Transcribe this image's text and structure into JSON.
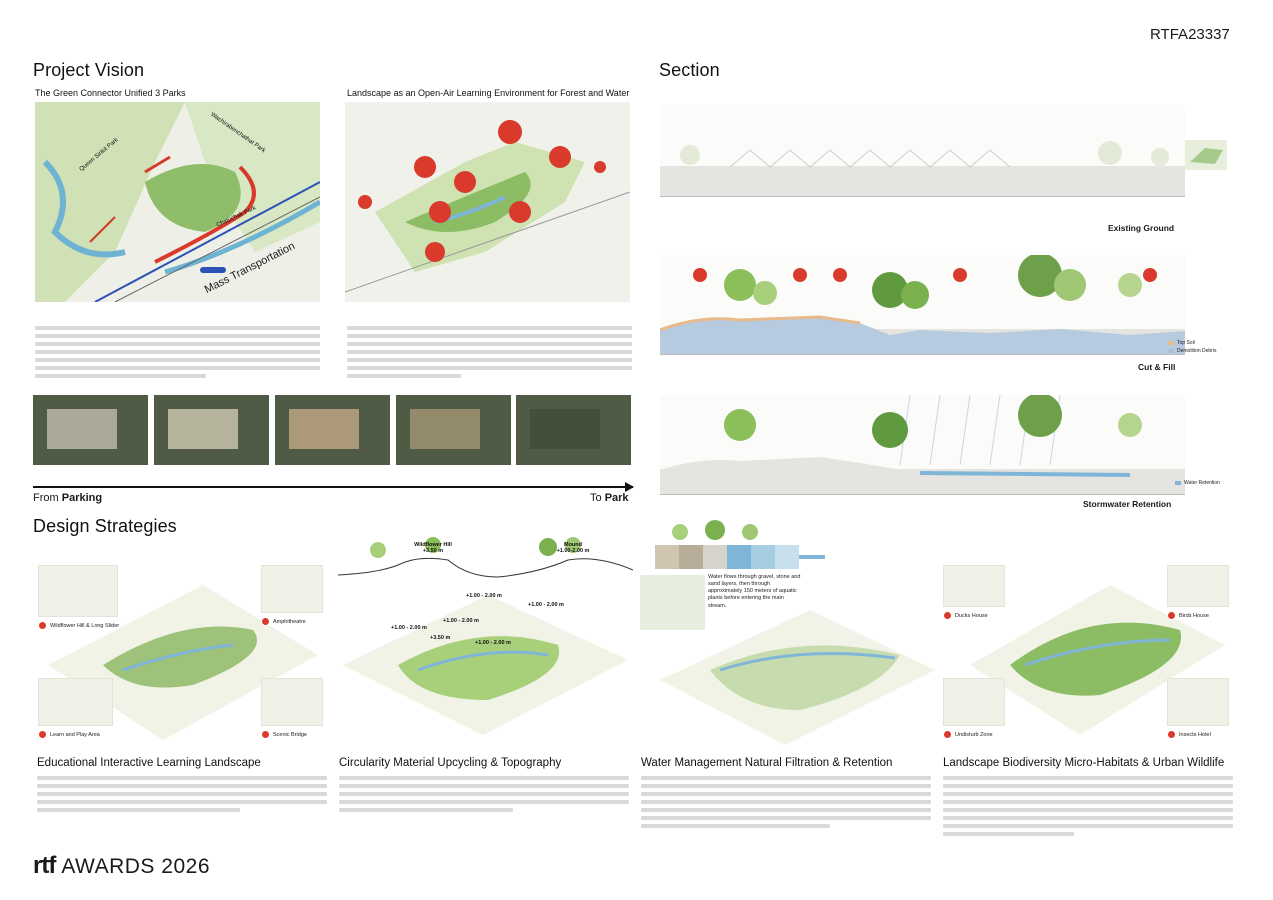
{
  "board": {
    "code": "RTFA23337",
    "footer_logo": "rtf",
    "footer_text": "AWARDS  2026"
  },
  "vision": {
    "heading": "Project Vision",
    "map1": {
      "caption": "The Green Connector Unified 3 Parks",
      "labels": [
        "Queen Sirikit Park",
        "Wachirabenchathat Park",
        "Chatuchak Park",
        "Mass Transportation"
      ]
    },
    "map2": {
      "caption": "Landscape as an Open-Air Learning Environment for Forest and Water"
    },
    "strip": {
      "from_prefix": "From ",
      "from_bold": "Parking",
      "to_prefix": "To ",
      "to_bold": "Park"
    }
  },
  "section": {
    "heading": "Section",
    "panels": [
      {
        "label": "Existing Ground"
      },
      {
        "label": "Cut & Fill",
        "legend": [
          "Top Soil",
          "Demolition Debris"
        ]
      },
      {
        "label": "Stormwater Retention",
        "legend": [
          "Water Retention"
        ]
      }
    ]
  },
  "strategies": {
    "heading": "Design Strategies",
    "items": [
      {
        "title": "Educational Interactive Learning Landscape",
        "zones": [
          "Wildflower Hill & Long Slider",
          "Amphitheatre",
          "Learn and Play Area",
          "Scenic Bridge"
        ]
      },
      {
        "title": "Circularity Material Upcycling & Topography",
        "section_labels": [
          "Wildflower Hill",
          "+3.50 m",
          "Mound",
          "+1.00-2.00 m"
        ],
        "elevations": [
          "+1.00 - 2.00 m",
          "+1.00 - 2.00 m",
          "+1.00 - 2.00 m",
          "+1.00 - 2.00 m",
          "+3.50 m",
          "+1.00 - 2.00 m"
        ]
      },
      {
        "title": "Water Management Natural Filtration & Retention",
        "note": "Water flows through gravel, stone and sand layers, then through approximately 150 meters of aquatic plants before entering the main stream."
      },
      {
        "title": "Landscape Biodiversity Micro-Habitats & Urban Wildlife",
        "zones": [
          "Ducks House",
          "Birds House",
          "Undisturb Zone",
          "Insects Hotel"
        ]
      }
    ]
  },
  "colors": {
    "accent_red": "#d93a2b",
    "park_green": "#9ec27a",
    "water_blue": "#7fb6d8",
    "top_soil": "#e8b98a",
    "debris": "#a9bfd6"
  }
}
